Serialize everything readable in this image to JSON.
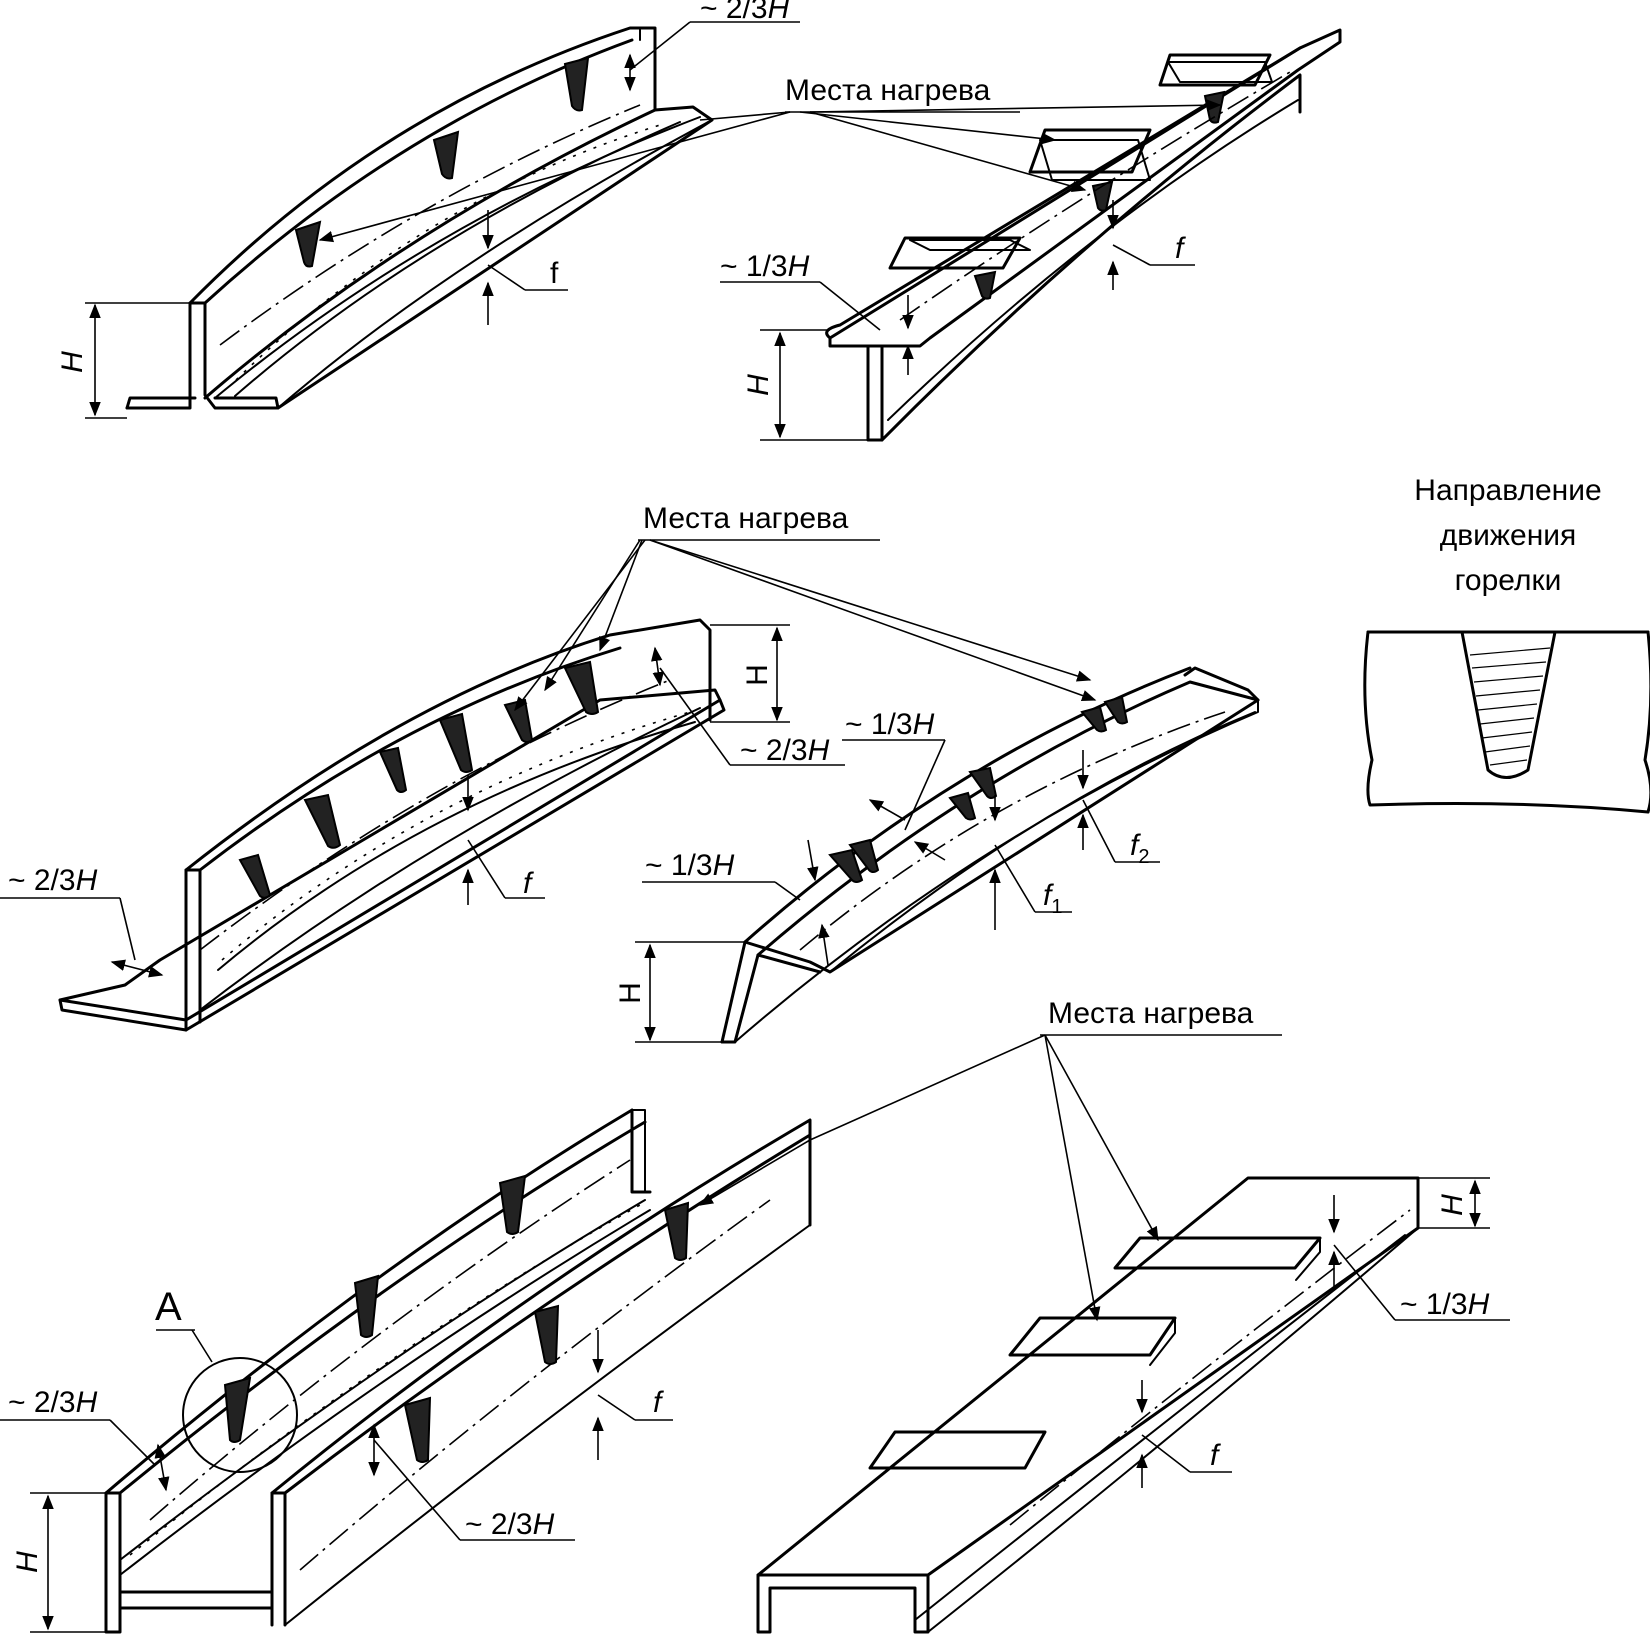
{
  "labels": {
    "heating_places": "Места нагрева",
    "torch_direction_line1": "Направление",
    "torch_direction_line2": "движения",
    "torch_direction_line3": "горелки",
    "two_thirds_h": "~ 2/3",
    "one_third_h": "~ 1/3",
    "h_symbol": "H",
    "f": "f",
    "f1": "f",
    "f2": "f",
    "sub1": "1",
    "sub2": "2",
    "detail_a": "A"
  }
}
